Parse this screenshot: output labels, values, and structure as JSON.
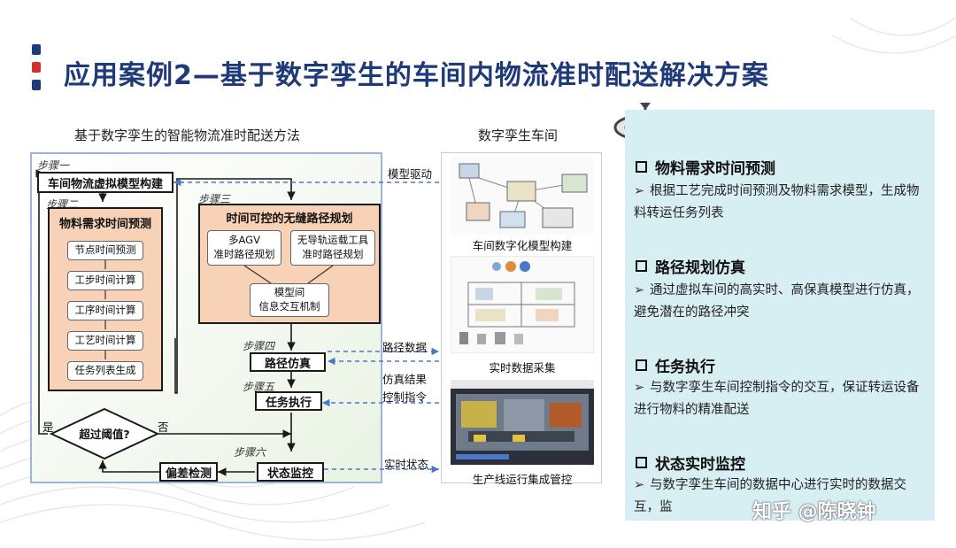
{
  "title": "应用案例2—基于数字孪生的车间内物流准时配送解决方案",
  "left_caption": "基于数字孪生的智能物流准时配送方法",
  "center_caption": "数字孪生车间",
  "flow": {
    "step1_label": "步骤一",
    "step1_box": "车间物流虚拟模型构建",
    "step2_label": "步骤二",
    "step2_title": "物料需求时间预测",
    "step2_items": [
      "节点时间预测",
      "工步时间计算",
      "工序时间计算",
      "工艺时间计算",
      "任务列表生成"
    ],
    "step3_label": "步骤三",
    "step3_title": "时间可控的无缝路径规划",
    "step3_sub1": "多AGV\n准时路径规划",
    "step3_sub2": "无导轨运载工具\n准时路径规划",
    "step3_sub3": "模型间\n信息交互机制",
    "step4_label": "步骤四",
    "step4_box": "路径仿真",
    "step5_label": "步骤五",
    "step5_box": "任务执行",
    "step6_label": "步骤六",
    "step6_box": "状态监控",
    "deviation_box": "偏差检测",
    "decision": "超过阈值?",
    "yes": "是",
    "no": "否"
  },
  "links": {
    "model_drive": "模型驱动",
    "path_data": "路径数据",
    "sim_result": "仿真结果",
    "control_cmd": "控制指令",
    "realtime_status": "实时状态"
  },
  "twin": {
    "cap1": "车间数字化模型构建",
    "cap2": "实时数据采集",
    "cap3": "生产线运行集成管控"
  },
  "right": {
    "items": [
      {
        "head": "物料需求时间预测",
        "body": "根据工艺完成时间预测及物料需求模型，生成物料转运任务列表"
      },
      {
        "head": "路径规划仿真",
        "body": "通过虚拟车间的高实时、高保真模型进行仿真，避免潜在的路径冲突"
      },
      {
        "head": "任务执行",
        "body": "与数字孪生车间控制指令的交互，保证转运设备进行物料的精准配送"
      },
      {
        "head": "状态实时监控",
        "body": "与数字孪生车间的数据中心进行实时的数据交互，监"
      }
    ]
  },
  "watermark": "知乎 @陈晓钟",
  "colors": {
    "title": "#1f3a78",
    "bar_blue": "#1f3a78",
    "bar_red": "#d0302a",
    "orange_fill": "#f7d2b6",
    "right_bg": "#d7eef3",
    "dashed_blue": "#4a78c8"
  }
}
